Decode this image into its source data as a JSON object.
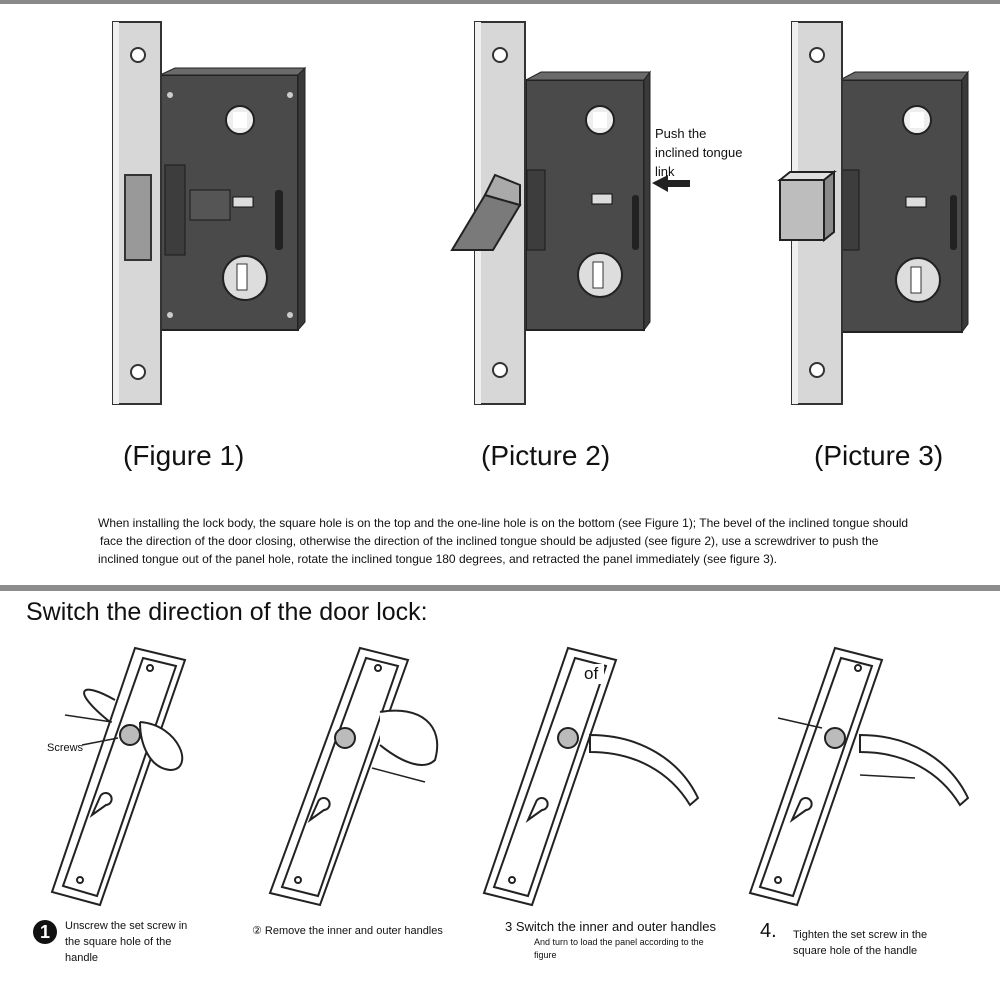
{
  "top": {
    "captions": [
      "(Figure 1)",
      "(Picture 2)",
      "(Picture 3)"
    ],
    "annotation": [
      "Push the",
      "inclined tongue",
      "link"
    ],
    "description": [
      "When installing the lock body, the square hole is on the top and the one-line hole is on the bottom (see Figure 1); The bevel of the inclined tongue should",
      "face the direction of the door closing, otherwise the direction of the inclined tongue should be adjusted (see figure 2), use a screwdriver to push the",
      "inclined tongue out of the panel hole, rotate the inclined tongue 180 degrees, and retracted the panel immediately (see figure 3)."
    ]
  },
  "bottom": {
    "title": "Switch the direction of the door lock:",
    "screws_label": "Screws",
    "of_label": "of",
    "steps": [
      {
        "num": "1",
        "text": [
          "Unscrew the set screw in",
          "the square hole of the",
          "handle"
        ]
      },
      {
        "num": "",
        "text": [
          "② Remove the inner and outer handles"
        ]
      },
      {
        "num": "",
        "text": [
          "3 Switch the inner and outer handles"
        ],
        "sub": [
          "And turn to load the panel according to the",
          "figure"
        ]
      },
      {
        "num": "4.",
        "text": [
          "Tighten the set screw in the",
          "square hole of the handle"
        ]
      }
    ]
  },
  "colors": {
    "lock_body": "#4a4a4a",
    "faceplate": "#d7d7d7",
    "divider": "#8d8d8d"
  }
}
